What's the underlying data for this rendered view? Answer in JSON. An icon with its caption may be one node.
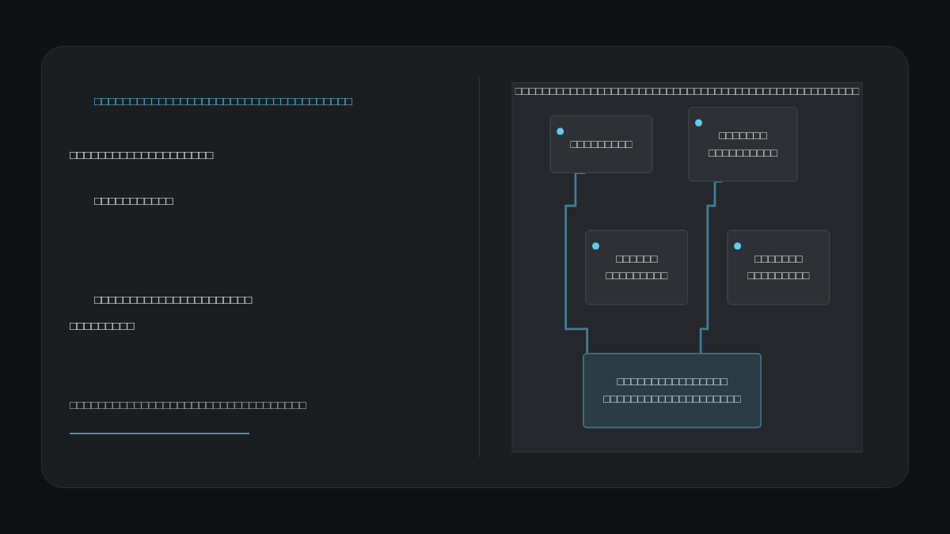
{
  "diagram": {
    "nodes": [
      {
        "text": [
          "□□□□□□□□□□□□□□□□□□□□□□□□□□□□□□□□□□□□□□□□□□□□□□□□□□"
        ]
      },
      {
        "text": [
          "□□□□□□□□□"
        ],
        "in": 0
      },
      {
        "text": [
          "□□□□□□□",
          "□□□□□□□□□□"
        ],
        "in": 0
      },
      {
        "text": [
          "□□□□□□",
          "□□□□□□□□□"
        ],
        "in": 0
      },
      {
        "text": [
          "□□□□□□□",
          "□□□□□□□□□"
        ],
        "in": 0
      },
      {
        "text": [
          "□□□□□□□□□□□□□□□□",
          "□□□□□□□□□□□□□□□□□□□□"
        ],
        "in": 0
      }
    ],
    "edges": [
      {
        "from": 1,
        "to": 5,
        "arrow": "none"
      },
      {
        "from": 2,
        "to": 5,
        "arrow": "none"
      }
    ],
    "labels": [
      "□□□□□□□□□□□□□□□□□□□□□□□□□□□□□□□□□□□□",
      "□□□□□□□□□□□□□□□□□□□□",
      "□□□□□□□□□□□",
      "□□□□□□□□□□□□□□□□□□□□□□",
      "□□□□□□□□□",
      "□□□□□□□□□□□□□□□□□□□□□□□□□□□□□□□□□"
    ]
  }
}
